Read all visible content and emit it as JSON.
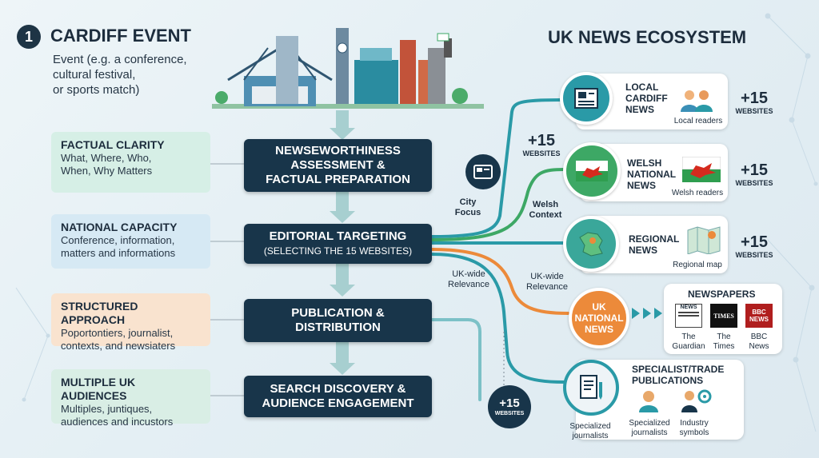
{
  "left": {
    "step_number": "1",
    "title": "CARDIFF EVENT",
    "description_lines": [
      "Event (e.g. a conference,",
      "cultural festival,",
      "or sports match)"
    ]
  },
  "right_title": "UK NEWS ECOSYSTEM",
  "side_boxes": [
    {
      "title": "FACTUAL CLARITY",
      "lines": [
        "What, Where, Who,",
        "When, Why Matters"
      ],
      "color": "#d6efe6"
    },
    {
      "title": "NATIONAL CAPACITY",
      "lines": [
        "Conference, information,",
        "matters and informations"
      ],
      "color": "#d6e9f4"
    },
    {
      "title": "STRUCTURED APPROACH",
      "lines": [
        "Poportontiers, journalist,",
        "contexts, and newsiaters"
      ],
      "color": "#f9e3cf"
    },
    {
      "title": "MULTIPLE UK AUDIENCES",
      "lines": [
        "Multiples, juntiques,",
        "audiences and incustors"
      ],
      "color": "#d9eee5"
    }
  ],
  "steps": [
    {
      "lines": [
        "NEWSEWORTHINESS",
        "ASSESSMENT &",
        "FACTUAL PREPARATION"
      ]
    },
    {
      "lines": [
        "EDITORIAL TARGETING"
      ],
      "sub": "(SELECTING THE 15 WEBSITES)"
    },
    {
      "lines": [
        "PUBLICATION &",
        "DISTRIBUTION"
      ]
    },
    {
      "lines": [
        "SEARCH DISCOVERY &",
        "AUDIENCE ENGAGEMENT"
      ]
    }
  ],
  "connector_labels": {
    "city_focus": [
      "City",
      "Focus"
    ],
    "welsh_context": [
      "Welsh",
      "Context"
    ],
    "uk_wide_1": [
      "UK-wide",
      "Relevance"
    ],
    "uk_wide_2": [
      "UK-wide",
      "Relevance"
    ]
  },
  "plus_badges": {
    "number": "+15",
    "word": "WEBSITES"
  },
  "outlets": {
    "local": {
      "title_lines": [
        "LOCAL",
        "CARDIFF",
        "NEWS"
      ],
      "caption": "Local readers"
    },
    "welsh": {
      "title_lines": [
        "WELSH",
        "NATIONAL",
        "NEWS"
      ],
      "caption": "Welsh readers"
    },
    "regional": {
      "title_lines": [
        "REGIONAL",
        "NEWS"
      ],
      "caption": "Regional map"
    },
    "uk": {
      "circle_lines": [
        "UK",
        "NATIONAL",
        "NEWS"
      ],
      "heading": "NEWSPAPERS",
      "papers": [
        {
          "logo": "NEWS",
          "name_lines": [
            "The",
            "Guardian"
          ]
        },
        {
          "logo": "TIMES",
          "name_lines": [
            "The",
            "Times"
          ]
        },
        {
          "logo": "BBC NEWS",
          "name_lines": [
            "BBC",
            "News"
          ]
        }
      ]
    },
    "specialist": {
      "title_lines": [
        "SPECIALIST/TRADE",
        "PUBLICATIONS"
      ],
      "left_caption": [
        "Specialized",
        "journalists"
      ],
      "items": [
        {
          "caption": [
            "Specialized",
            "journalists"
          ]
        },
        {
          "caption": [
            "Industry",
            "symbols"
          ]
        }
      ]
    }
  },
  "colors": {
    "navy": "#18354a",
    "teal": "#2a9aa7",
    "green": "#3da865",
    "orange": "#ec8a3a",
    "light_teal": "#a7cfd0"
  }
}
